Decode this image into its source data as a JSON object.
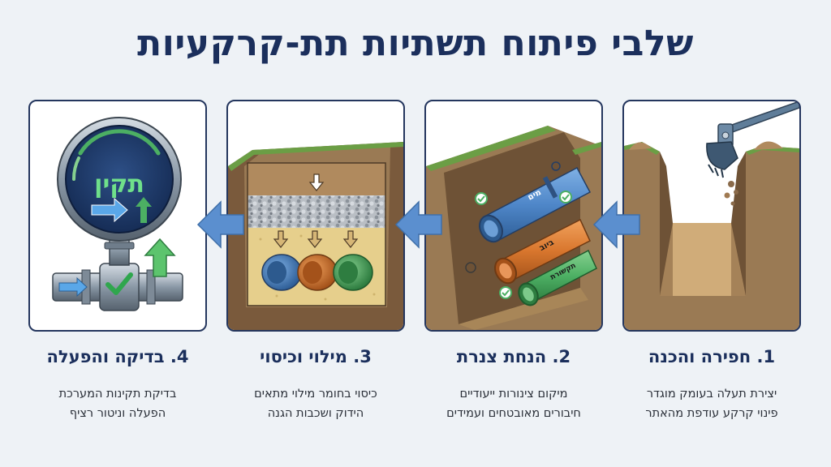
{
  "title": "שלבי פיתוח תשתיות תת-קרקעיות",
  "steps": [
    {
      "title": "1. חפירה והכנה",
      "desc": [
        "יצירת תעלה בעומק מוגדר",
        "פינוי קרקע עודפת מהאתר"
      ]
    },
    {
      "title": "2. הנחת צנרת",
      "desc": [
        "מיקום צינורות ייעודיים",
        "חיבורים מאובטחים ועמידים"
      ],
      "pipe_labels": [
        "מים",
        "ביוב",
        "תקשורת"
      ]
    },
    {
      "title": "3. מילוי וכיסוי",
      "desc": [
        "כיסוי בחומר מילוי מתאים",
        "הידוק ושכבות הגנה"
      ]
    },
    {
      "title": "4. בדיקה והפעלה",
      "desc": [
        "בדיקת תקינות המערכת",
        "הפעלה וניטור רציף"
      ],
      "gauge_label": "תקין"
    }
  ],
  "colors": {
    "title": "#1b2f5c",
    "panel_border": "#24365e",
    "arrow": "#5b8fcf",
    "water_pipe": "#4f87c9",
    "sewer_pipe": "#d9772e",
    "telecom_pipe": "#4caf63",
    "soil": "#8a6a4a",
    "grass": "#6b9e45",
    "sand": "#e6cf8c"
  },
  "icons": [
    "excavator-icon",
    "check-icon",
    "arrow-down-icon",
    "flow-arrow-icon",
    "gauge-icon"
  ]
}
